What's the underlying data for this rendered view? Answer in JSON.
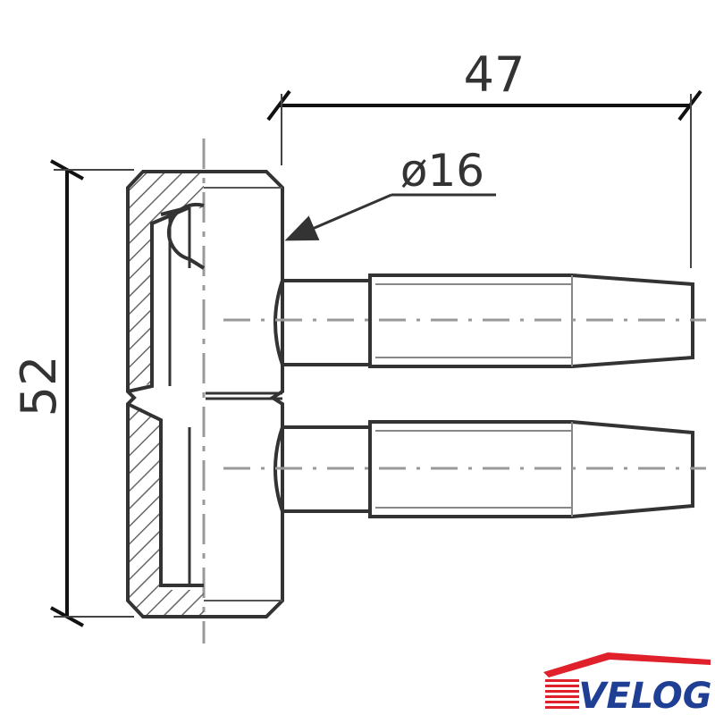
{
  "dimensions": {
    "width": "47",
    "height": "52",
    "diameter": "ø16"
  },
  "logo": {
    "text": "VELOG",
    "roof_color": "#e0202a",
    "text_color": "#1f3f95"
  },
  "colors": {
    "outline": "#333333",
    "hatch": "#666666",
    "centerline": "#999999"
  }
}
